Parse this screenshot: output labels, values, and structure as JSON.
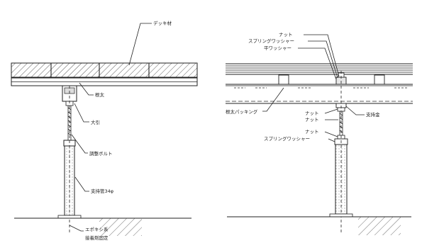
{
  "left_diagram": {
    "deck_label": "デッキ材",
    "joist_label": "根太",
    "beam_label": "大引",
    "bolt_label": "調整ボルト",
    "post_label": "支持管34φ",
    "epoxy_label_1": "エポキシ系",
    "epoxy_label_2": "接着剤固定"
  },
  "right_diagram": {
    "nut_top_label": "ナット",
    "spring_washer_top_label": "スプリングワッシャー",
    "flat_washer_label": "平ワッシャー",
    "packing_label": "根太パッキング",
    "bracket_label": "支持金",
    "nut_mid1_label": "ナット",
    "nut_mid2_label": "ナット",
    "nut_low_label": "ナット",
    "spring_washer_low_label": "スプリングワッシャー"
  },
  "colors": {
    "line": "#222222",
    "background": "#ffffff",
    "fill_light": "#e6e6e6"
  }
}
